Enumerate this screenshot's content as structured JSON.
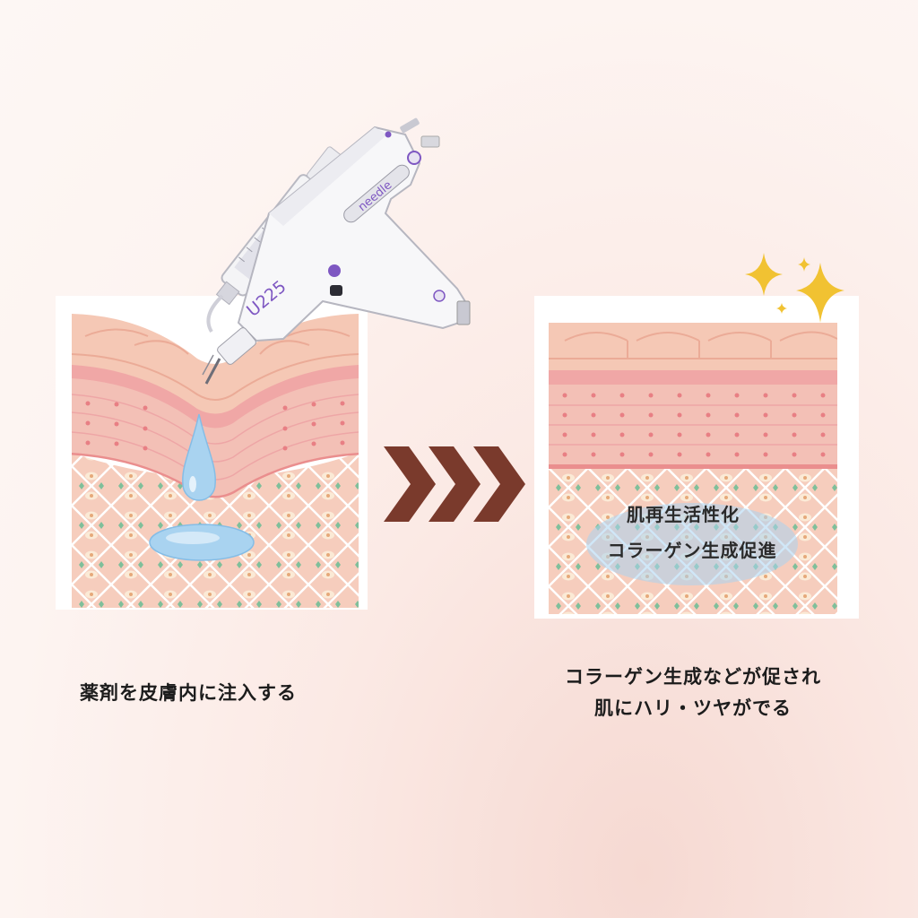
{
  "device": {
    "model_label": "U225",
    "brand_label": "needle"
  },
  "left_step": {
    "caption": "薬剤を皮膚内に注入する"
  },
  "right_step": {
    "overlay_lines": [
      "肌再生活性化",
      "コラーゲン生成促進"
    ],
    "caption_lines": [
      "コラーゲン生成などが促され",
      "肌にハリ・ツヤがでる"
    ]
  },
  "colors": {
    "skin_top": "#f2c2b2",
    "skin_mid": "#f4b4b0",
    "dermis": "#f6cdbd",
    "arrow": "#7a3a2c",
    "droplet": "#a9d3f0",
    "sparkle": "#f1c232",
    "device_accent": "#7e57c2"
  },
  "icons": [
    "syringe-device-icon",
    "droplet-icon",
    "chevron-arrow-icon",
    "sparkle-icon"
  ]
}
